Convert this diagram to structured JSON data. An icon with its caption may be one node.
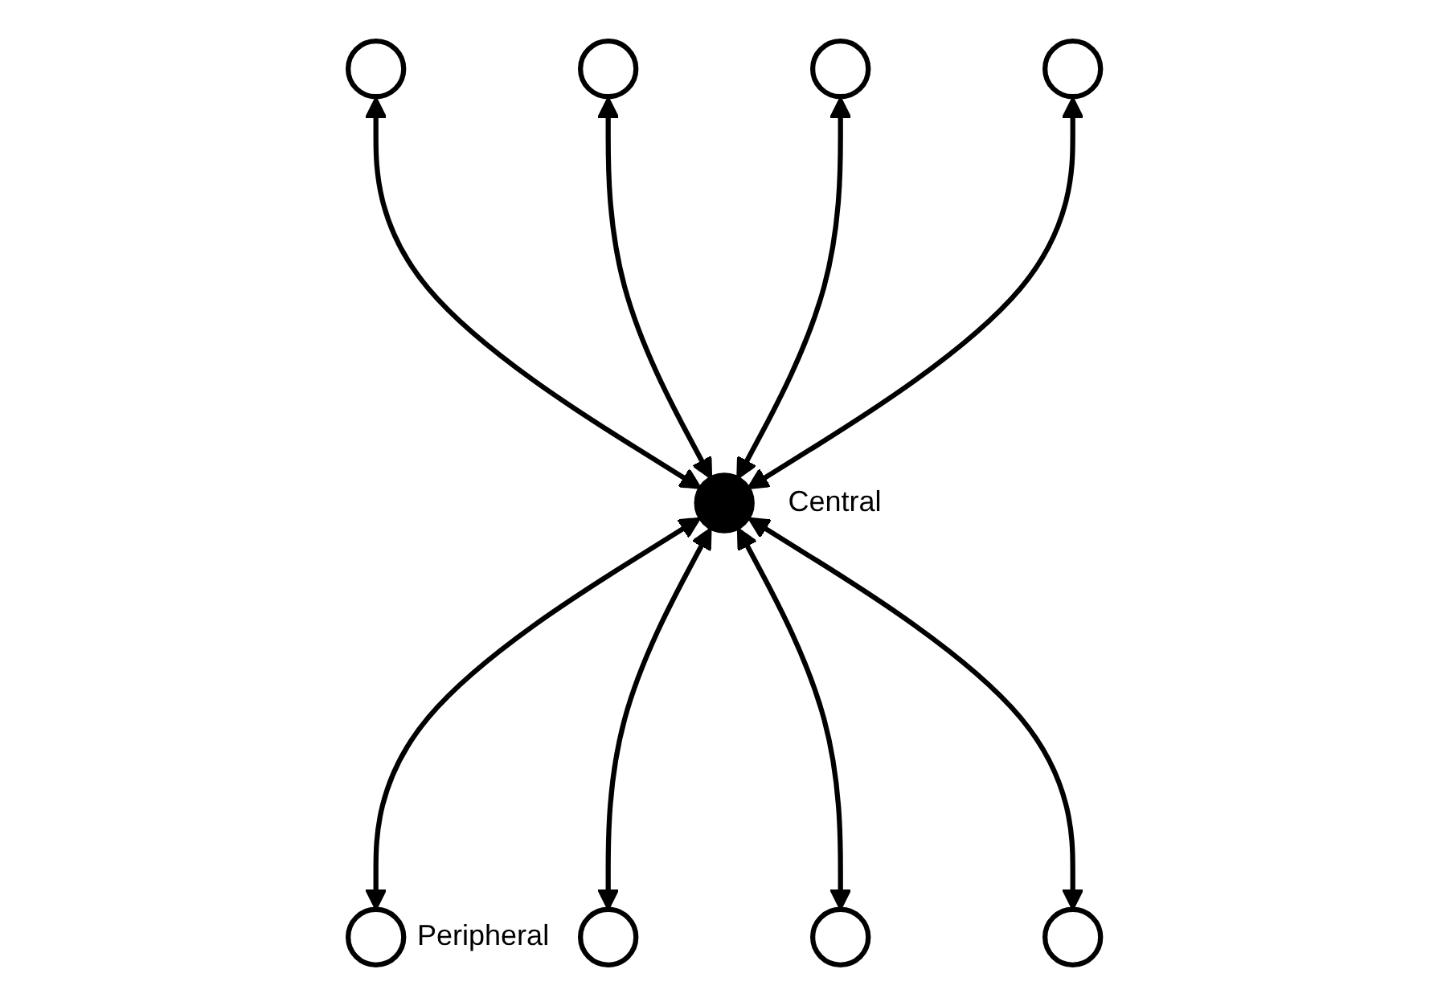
{
  "diagram": {
    "nodes": [
      {
        "text": [],
        "shape": "circle"
      },
      {
        "text": [],
        "shape": "circle"
      },
      {
        "text": [],
        "shape": "circle"
      },
      {
        "text": [],
        "shape": "circle"
      },
      {
        "text": [],
        "shape": "circle",
        "beside": [
          "Central"
        ]
      },
      {
        "text": [],
        "shape": "circle",
        "beside": [
          "Peripheral"
        ]
      },
      {
        "text": [],
        "shape": "circle"
      },
      {
        "text": [],
        "shape": "circle"
      },
      {
        "text": [],
        "shape": "circle"
      }
    ],
    "edges": [
      {
        "from": 0,
        "to": 4,
        "arrow": "both"
      },
      {
        "from": 1,
        "to": 4,
        "arrow": "both"
      },
      {
        "from": 2,
        "to": 4,
        "arrow": "both"
      },
      {
        "from": 3,
        "to": 4,
        "arrow": "both"
      },
      {
        "from": 4,
        "to": 5,
        "arrow": "both"
      },
      {
        "from": 4,
        "to": 6,
        "arrow": "both"
      },
      {
        "from": 4,
        "to": 7,
        "arrow": "both"
      },
      {
        "from": 4,
        "to": 8,
        "arrow": "both"
      }
    ]
  }
}
